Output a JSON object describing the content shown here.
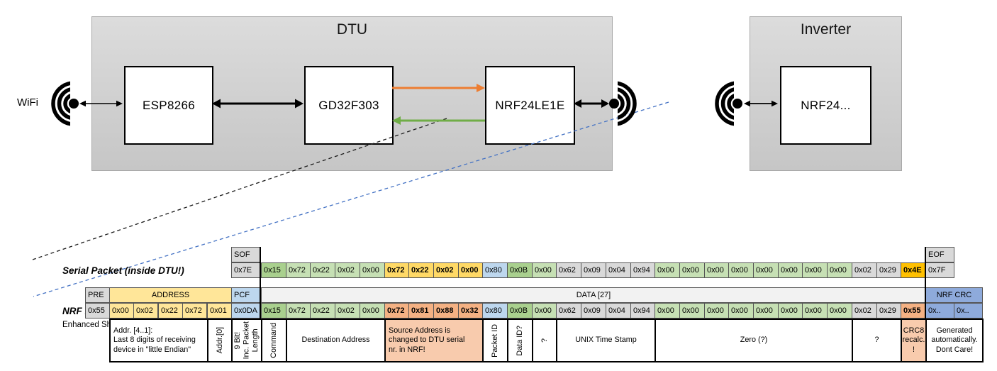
{
  "diagram": {
    "wifi_label": "WiFi",
    "dtu": {
      "title": "DTU",
      "nodes": [
        {
          "label": "ESP8266"
        },
        {
          "label": "GD32F303"
        },
        {
          "label": "NRF24LE1E"
        }
      ]
    },
    "inverter": {
      "title": "Inverter",
      "node": {
        "label": "NRF24..."
      }
    },
    "colors": {
      "orange_arrow": "#ED7D31",
      "green_arrow": "#70AD47",
      "blue_dashed": "#4472C4",
      "black_dashed": "#1a1a1a"
    }
  },
  "palette": {
    "gy": "#D9D9D9",
    "gm": "#A9D08E",
    "gl": "#C6E0B4",
    "yl": "#FFE699",
    "yb": "#FFD966",
    "au": "#FFC000",
    "bl": "#BDD7EE",
    "bm": "#8EAADB",
    "sa": "#F4B183",
    "sl": "#F8CBAD",
    "dh": "#F2F2F2",
    "wh": "#FFFFFF"
  },
  "serial_packet": {
    "label": "Serial Packet (inside DTU!)",
    "sof_header": "SOF",
    "sof_value": {
      "v": "0x7E",
      "c": "gy"
    },
    "eof_header": "EOF",
    "eof_value": {
      "v": "0x7F",
      "c": "gy"
    },
    "bytes": [
      {
        "v": "0x15",
        "c": "gm"
      },
      {
        "v": "0x72",
        "c": "gl"
      },
      {
        "v": "0x22",
        "c": "gl"
      },
      {
        "v": "0x02",
        "c": "gl"
      },
      {
        "v": "0x00",
        "c": "gl"
      },
      {
        "v": "0x72",
        "c": "yb",
        "b": true
      },
      {
        "v": "0x22",
        "c": "yb",
        "b": true
      },
      {
        "v": "0x02",
        "c": "yb",
        "b": true
      },
      {
        "v": "0x00",
        "c": "yb",
        "b": true
      },
      {
        "v": "0x80",
        "c": "bl"
      },
      {
        "v": "0x0B",
        "c": "gm"
      },
      {
        "v": "0x00",
        "c": "gl"
      },
      {
        "v": "0x62",
        "c": "gy"
      },
      {
        "v": "0x09",
        "c": "gy"
      },
      {
        "v": "0x04",
        "c": "gy"
      },
      {
        "v": "0x94",
        "c": "gy"
      },
      {
        "v": "0x00",
        "c": "gl"
      },
      {
        "v": "0x00",
        "c": "gl"
      },
      {
        "v": "0x00",
        "c": "gl"
      },
      {
        "v": "0x00",
        "c": "gl"
      },
      {
        "v": "0x00",
        "c": "gl"
      },
      {
        "v": "0x00",
        "c": "gl"
      },
      {
        "v": "0x00",
        "c": "gl"
      },
      {
        "v": "0x00",
        "c": "gl"
      },
      {
        "v": "0x02",
        "c": "gy"
      },
      {
        "v": "0x29",
        "c": "gy"
      },
      {
        "v": "0x4E",
        "c": "au",
        "b": true
      }
    ]
  },
  "nrf_packet": {
    "label": "NRF Packet",
    "sub_label": "Enhanced Shockburst",
    "pre_header": "PRE",
    "pre_value": {
      "v": "0x55",
      "c": "gy"
    },
    "address_header": "ADDRESS",
    "address_values": [
      {
        "v": "0x00",
        "c": "yl"
      },
      {
        "v": "0x02",
        "c": "yl"
      },
      {
        "v": "0x22",
        "c": "yl"
      },
      {
        "v": "0x72",
        "c": "yl"
      },
      {
        "v": "0x01",
        "c": "yl"
      }
    ],
    "pcf_header": "PCF",
    "pcf_value": {
      "v": "0x0DA",
      "c": "bl"
    },
    "data_header": "DATA [27]",
    "crc_header": "NRF CRC",
    "crc_values": [
      {
        "v": "0x..",
        "c": "bm"
      },
      {
        "v": "0x..",
        "c": "bm"
      }
    ],
    "bytes": [
      {
        "v": "0x15",
        "c": "gm"
      },
      {
        "v": "0x72",
        "c": "gl"
      },
      {
        "v": "0x22",
        "c": "gl"
      },
      {
        "v": "0x02",
        "c": "gl"
      },
      {
        "v": "0x00",
        "c": "gl"
      },
      {
        "v": "0x72",
        "c": "sa",
        "b": true
      },
      {
        "v": "0x81",
        "c": "sa",
        "b": true
      },
      {
        "v": "0x88",
        "c": "sa",
        "b": true
      },
      {
        "v": "0x32",
        "c": "sa",
        "b": true
      },
      {
        "v": "0x80",
        "c": "bl"
      },
      {
        "v": "0x0B",
        "c": "gm"
      },
      {
        "v": "0x00",
        "c": "gl"
      },
      {
        "v": "0x62",
        "c": "gy"
      },
      {
        "v": "0x09",
        "c": "gy"
      },
      {
        "v": "0x04",
        "c": "gy"
      },
      {
        "v": "0x94",
        "c": "gy"
      },
      {
        "v": "0x00",
        "c": "gl"
      },
      {
        "v": "0x00",
        "c": "gl"
      },
      {
        "v": "0x00",
        "c": "gl"
      },
      {
        "v": "0x00",
        "c": "gl"
      },
      {
        "v": "0x00",
        "c": "gl"
      },
      {
        "v": "0x00",
        "c": "gl"
      },
      {
        "v": "0x00",
        "c": "gl"
      },
      {
        "v": "0x00",
        "c": "gl"
      },
      {
        "v": "0x02",
        "c": "gy"
      },
      {
        "v": "0x29",
        "c": "gy"
      },
      {
        "v": "0x55",
        "c": "sa",
        "b": true
      }
    ]
  },
  "annotations": [
    {
      "zone": "addr14",
      "text": "Addr. [4..1]:\nLast 8 digits of receiving\ndevice in \"little Endian\"",
      "align": "left"
    },
    {
      "zone": "addr0",
      "text": "Addr.[0]",
      "vertical": true
    },
    {
      "zone": "pcf",
      "text": "9 Bit!\nInc. Packet\nLength",
      "vertical": true
    },
    {
      "zone": "d",
      "from": 0,
      "to": 0,
      "text": "Command",
      "vertical": true
    },
    {
      "zone": "d",
      "from": 1,
      "to": 4,
      "text": "Destination Address"
    },
    {
      "zone": "d",
      "from": 5,
      "to": 8,
      "text": "Source Address is\nchanged to DTU serial\nnr. in NRF!",
      "bg": "sl",
      "align": "left"
    },
    {
      "zone": "d",
      "from": 9,
      "to": 9,
      "text": "Packet ID",
      "vertical": true
    },
    {
      "zone": "d",
      "from": 10,
      "to": 10,
      "text": "Data ID?",
      "vertical": true
    },
    {
      "zone": "d",
      "from": 11,
      "to": 11,
      "text": "?",
      "vertical": true
    },
    {
      "zone": "d",
      "from": 12,
      "to": 15,
      "text": "UNIX Time Stamp"
    },
    {
      "zone": "d",
      "from": 16,
      "to": 23,
      "text": "Zero (?)"
    },
    {
      "zone": "d",
      "from": 24,
      "to": 25,
      "text": "?"
    },
    {
      "zone": "d",
      "from": 26,
      "to": 26,
      "text": "CRC8\nrecalc.\n!",
      "bg": "sl"
    },
    {
      "zone": "crc",
      "text": "Generated\nautomatically.\nDont Care!"
    }
  ]
}
